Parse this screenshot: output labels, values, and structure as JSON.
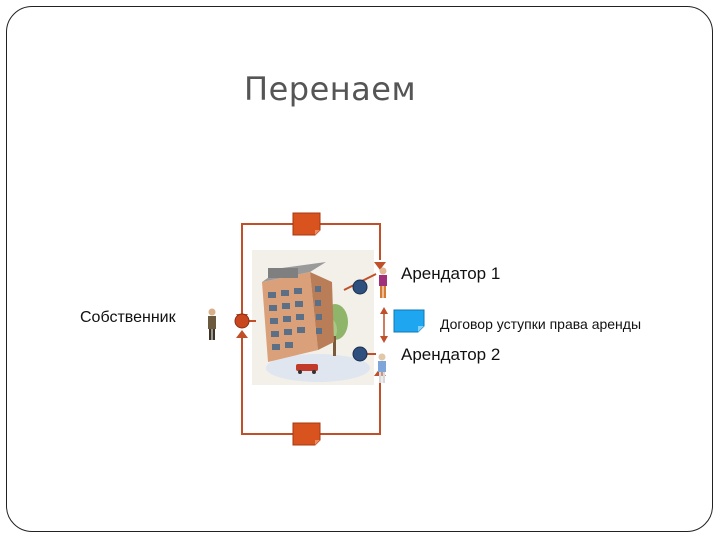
{
  "slide": {
    "title": "Перенаем"
  },
  "labels": {
    "owner": "Собственник",
    "tenant1": "Арендатор 1",
    "tenant2": "Арендатор 2",
    "contract": "Договор уступки права аренды"
  },
  "colors": {
    "flow": "#c0502a",
    "document": "#d9531e",
    "node_owner": "#c9471f",
    "node_tenant": "#2f4f7f",
    "contract_box": "#1ea7f0",
    "border": "#222222",
    "title": "#555555"
  },
  "icons": [
    "person-icon",
    "building-image",
    "document-icon"
  ]
}
